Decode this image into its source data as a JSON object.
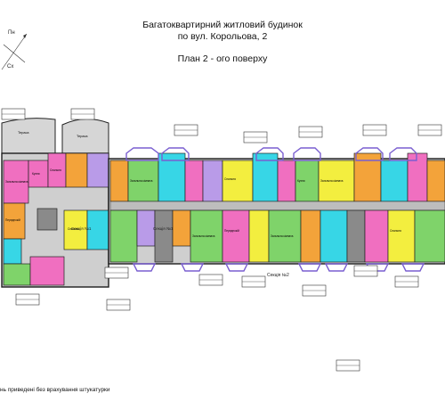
{
  "header": {
    "line1": "Багатоквартирний житловий будинок",
    "line2": "по вул. Корольова, 2",
    "plan_title": "План 2 - ого поверху"
  },
  "compass": {
    "north": "Пн",
    "east": "Сх"
  },
  "sections": {
    "s1": "Секція №1",
    "s2": "Секція №2"
  },
  "footnote": "нь приведені без врахування штукатурки",
  "room_labels": {
    "terrace": "Тераса",
    "bedroom": "Спальня",
    "living": "Загальна кімната",
    "kitchen": "Кухня",
    "hall": "Передпокій"
  },
  "colors": {
    "pink": "#f06fc0",
    "cyan": "#37d6e6",
    "green": "#7fd36a",
    "yellow": "#f3ee3f",
    "orange": "#f3a33a",
    "lilac": "#b99be8",
    "grey": "#cfcfcf",
    "wall": "#1c1c1c",
    "stair": "#8a8a8a",
    "balcony": "#7a5fd0"
  }
}
